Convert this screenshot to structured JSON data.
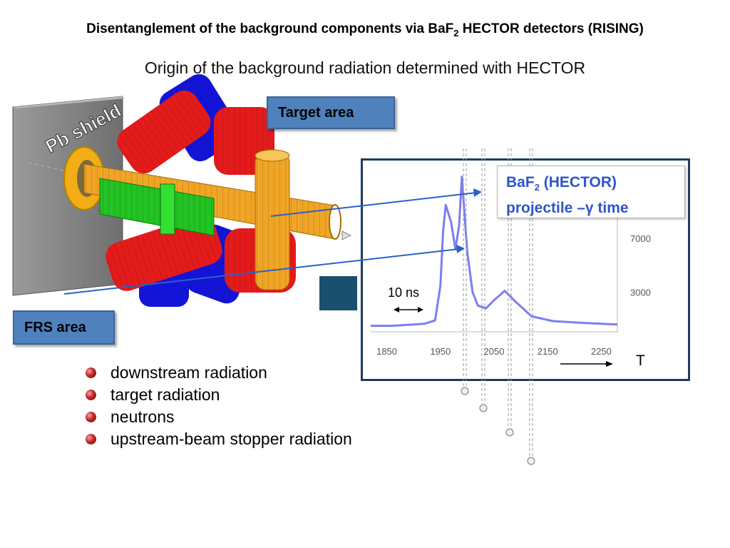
{
  "header": {
    "title_prefix": "Disentanglement of the background components via BaF",
    "title_sub": "2",
    "title_suffix": " HECTOR detectors  (RISING)",
    "subtitle": "Origin of the background radiation determined with HECTOR"
  },
  "detector": {
    "pb_shield_label": "Pb shield",
    "target_area_label": "Target area",
    "frs_area_label": "FRS area"
  },
  "plot": {
    "legend_line1_prefix": "BaF",
    "legend_line1_sub": "2",
    "legend_line1_suffix": "  (HECTOR)",
    "legend_line2": "projectile –γ time",
    "scale_label": "10 ns",
    "x_tick_labels": [
      "1850",
      "1950",
      "2050",
      "2150",
      "2250"
    ],
    "y_tick_labels": [
      "7000",
      "3000"
    ],
    "axis_arrow_label": "T"
  },
  "chart_data": {
    "type": "line",
    "x": [
      1820,
      1860,
      1900,
      1920,
      1940,
      1950,
      1955,
      1960,
      1970,
      1978,
      1985,
      1990,
      2000,
      2010,
      2020,
      2035,
      2050,
      2070,
      2090,
      2120,
      2160,
      2200,
      2250,
      2280
    ],
    "series": [
      {
        "values": [
          500,
          500,
          600,
          650,
          900,
          3500,
          7500,
          9500,
          8200,
          6200,
          8000,
          11600,
          6000,
          3000,
          2000,
          1800,
          2400,
          3100,
          2300,
          1200,
          850,
          750,
          650,
          600
        ]
      }
    ],
    "xlim": [
      1820,
      2280
    ],
    "ylim": [
      0,
      12000
    ],
    "colors": {
      "line": "#7b7ef0"
    }
  },
  "bullets": [
    "downstream radiation",
    "target radiation",
    "neutrons",
    "upstream-beam stopper radiation"
  ],
  "colors": {
    "box_blue": "#4f81bd",
    "legend_text": "#2e55c8",
    "arrow_blue": "#2a5fc9",
    "teal": "#1b4f6e"
  }
}
